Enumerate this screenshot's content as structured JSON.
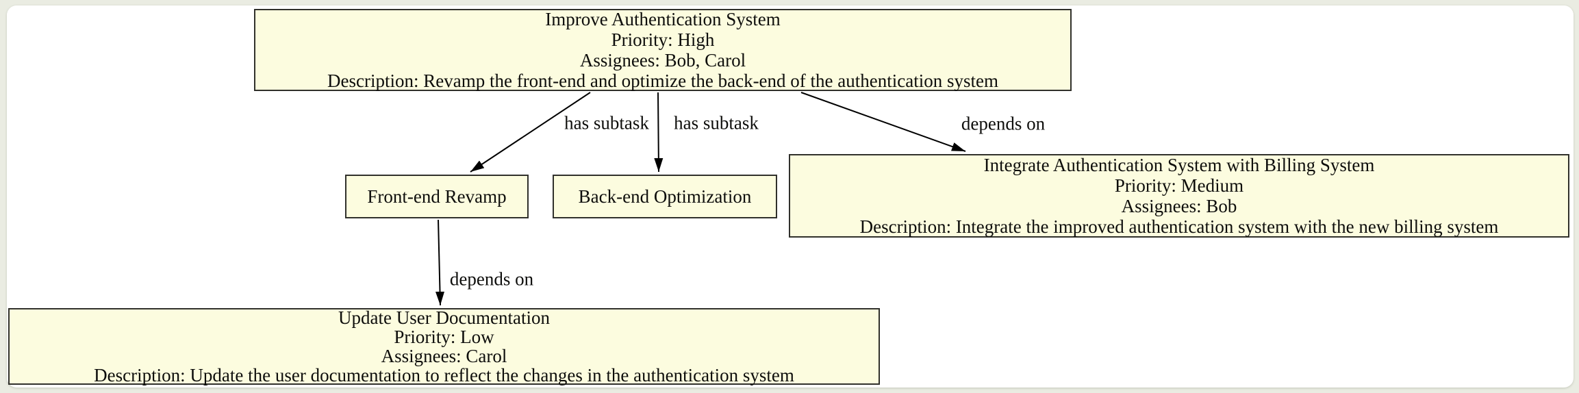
{
  "diagram": {
    "type": "task-dependency-graph",
    "colors": {
      "outer_background": "#EAECE2",
      "canvas_background": "#FFFFFF",
      "node_fill": "#FCFCDF",
      "node_border": "#30302B",
      "edge_color": "#000000",
      "text_color": "#0E0E0C"
    }
  },
  "nodes": {
    "improve_auth": {
      "title": "Improve Authentication System",
      "priority": "Priority: High",
      "assignees": "Assignees: Bob, Carol",
      "description": "Description: Revamp the front-end and optimize the back-end of the authentication system"
    },
    "frontend_revamp": {
      "title": "Front-end Revamp"
    },
    "backend_optimization": {
      "title": "Back-end Optimization"
    },
    "integrate_billing": {
      "title": "Integrate Authentication System with Billing System",
      "priority": "Priority: Medium",
      "assignees": "Assignees: Bob",
      "description": "Description: Integrate the improved authentication system with the new billing system"
    },
    "update_docs": {
      "title": "Update User Documentation",
      "priority": "Priority: Low",
      "assignees": "Assignees: Carol",
      "description": "Description: Update the user documentation to reflect the changes in the authentication system"
    }
  },
  "edges": [
    {
      "from": "improve_auth",
      "to": "frontend_revamp",
      "label": "has subtask"
    },
    {
      "from": "improve_auth",
      "to": "backend_optimization",
      "label": "has subtask"
    },
    {
      "from": "improve_auth",
      "to": "integrate_billing",
      "label": "depends on"
    },
    {
      "from": "frontend_revamp",
      "to": "update_docs",
      "label": "depends on"
    }
  ]
}
